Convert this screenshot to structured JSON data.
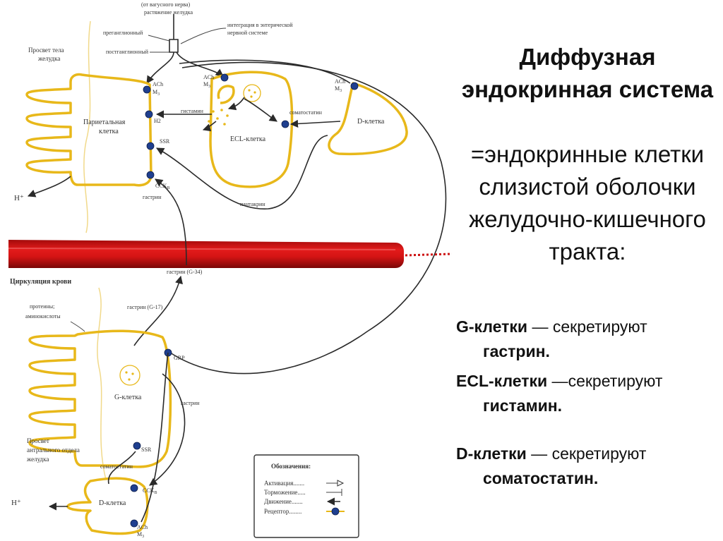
{
  "diagram": {
    "labels": {
      "vagus": "(от вагусного нерва)",
      "stretch": "растяжение желудка",
      "preganglionic": "преганглионный",
      "postganglionic": "постганглионный",
      "integration1": "интеграция в энтерической",
      "integration2": "нервной системе",
      "lumen_body1": "Просвет тела",
      "lumen_body2": "желудка",
      "parietal1": "Париетальная",
      "parietal2": "клетка",
      "ach": "ACh",
      "m3": "M",
      "m3_sub": "3",
      "h2": "H2",
      "ssr": "SSR",
      "cck": "CCK",
      "cck_sub": "B",
      "gastrin": "гастрин",
      "histamine": "гистамин",
      "ecl": "ECL-клетка",
      "somatostatin": "соматостатин",
      "d_cell": "D-клетка",
      "pancreatin": "пантакрин",
      "h_plus": "H⁺",
      "blood_circulation": "Циркуляция крови",
      "gastrin_g34": "гастрин (G-34)",
      "gastrin_g17": "гастрин (G-17)",
      "proteins1": "протеины;",
      "proteins2": "аминокислоты",
      "grp": "GRP",
      "g_cell": "G-клетка",
      "lumen_antrum1": "Просвет",
      "lumen_antrum2": "антрального отдела",
      "lumen_antrum3": "желудка",
      "d_cell_lower": "D-клетка"
    },
    "legend": {
      "title": "Обозначения:",
      "activation": "Активация.......",
      "inhibition": "Торможение.....",
      "movement": "Движение.......",
      "receptor": "Рецептор........"
    },
    "colors": {
      "cell": "#e8b81a",
      "blood": "#cc1111",
      "receptor": "#1f3f8f"
    }
  },
  "panel": {
    "title_bold": "Диффузная эндокринная система",
    "title_rest": "=эндокринные клетки слизистой оболочки желудочно-кишечного тракта:",
    "items": [
      {
        "name": "G-клетки",
        "dash": " — ",
        "verb": "секретируют",
        "product": "гастрин."
      },
      {
        "name": "ECL-клетки",
        "dash": " —",
        "verb": "секретируют",
        "product": "гистамин."
      },
      {
        "name": "D-клетки",
        "dash": " — ",
        "verb": "секретируют",
        "product": "соматостатин."
      }
    ]
  }
}
